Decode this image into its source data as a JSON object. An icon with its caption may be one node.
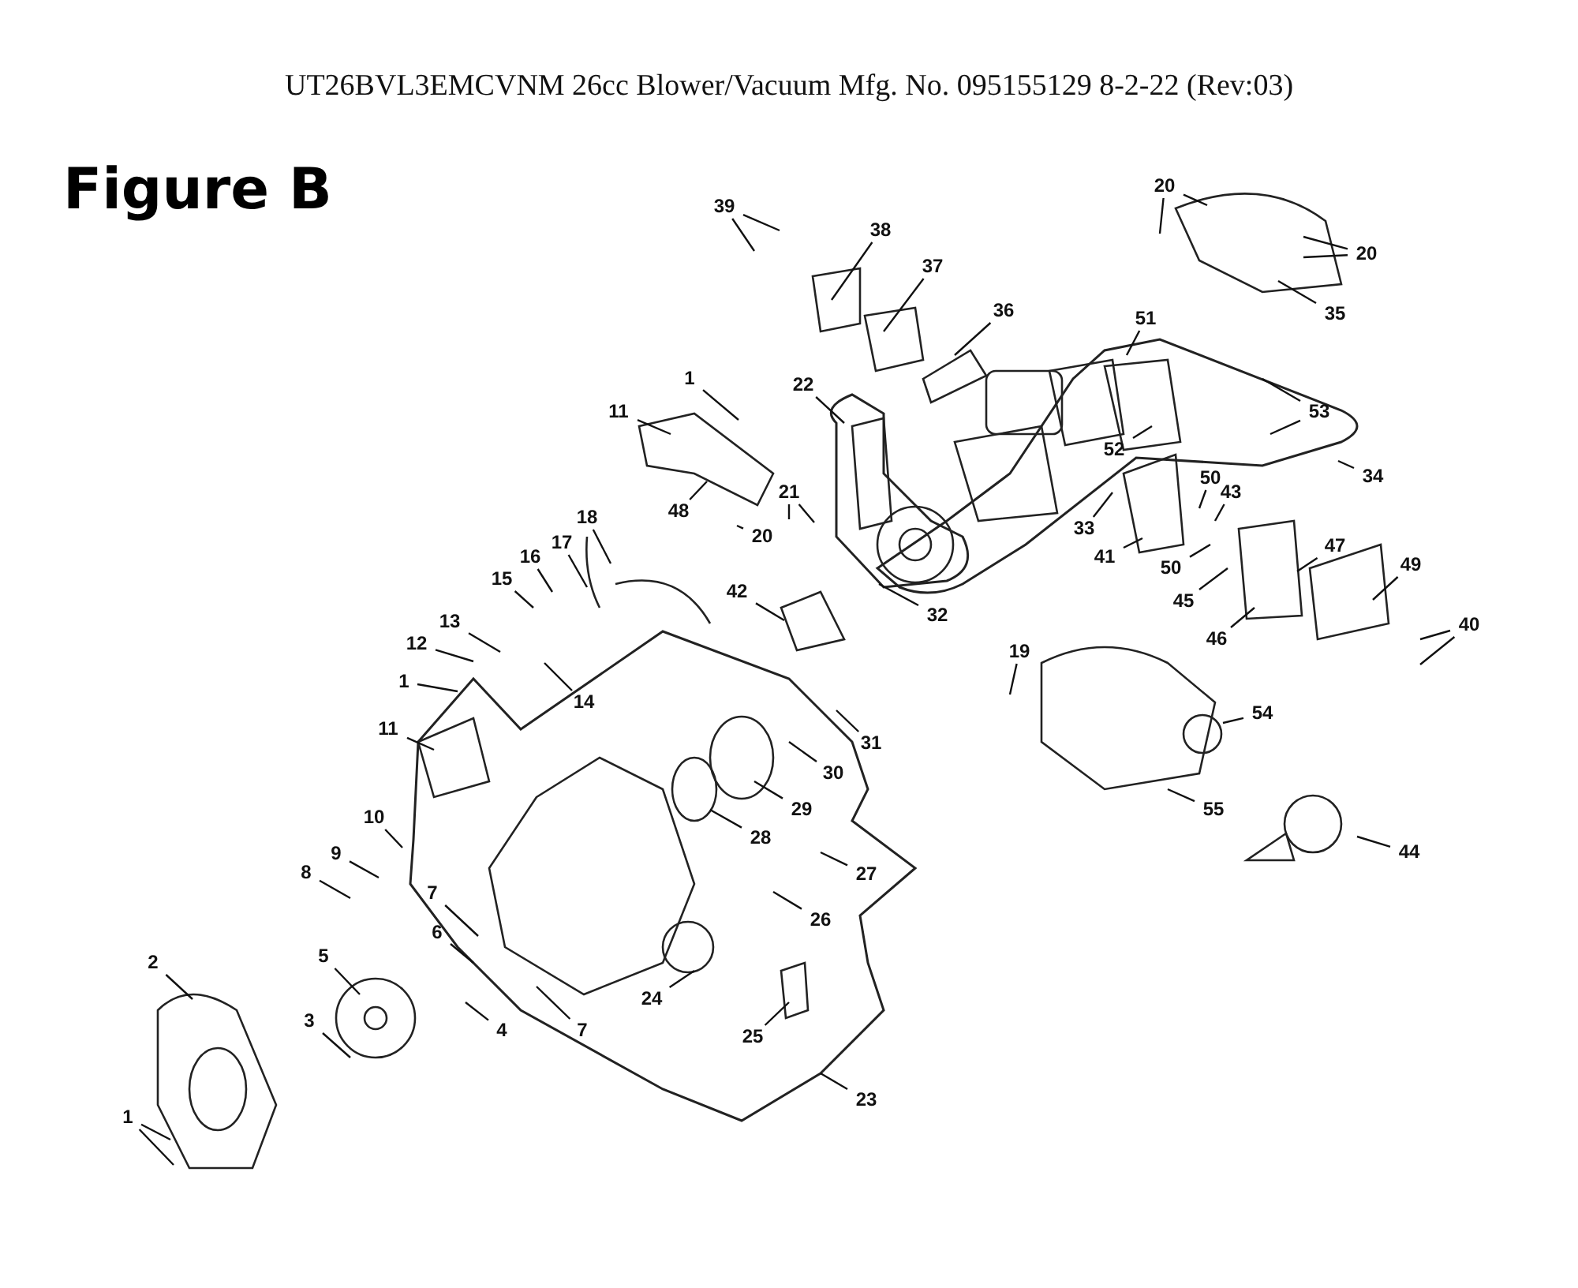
{
  "diagram": {
    "title": "UT26BVL3EMCVNM 26cc Blower/Vacuum Mfg. No. 095155129 8-2-22 (Rev:03)",
    "nodes": [
      {
        "text": [
          "39"
        ]
      },
      {
        "text": [
          "38"
        ]
      },
      {
        "text": [
          "37"
        ]
      },
      {
        "text": [
          "36"
        ]
      },
      {
        "text": [
          "20"
        ]
      },
      {
        "text": [
          "20"
        ]
      },
      {
        "text": [
          "35"
        ]
      },
      {
        "text": [
          "51"
        ]
      },
      {
        "text": [
          "1"
        ]
      },
      {
        "text": [
          "11"
        ]
      },
      {
        "text": [
          "22"
        ]
      },
      {
        "text": [
          "52"
        ]
      },
      {
        "text": [
          "53"
        ]
      },
      {
        "text": [
          "34"
        ]
      },
      {
        "text": [
          "21"
        ]
      },
      {
        "text": [
          "48"
        ]
      },
      {
        "text": [
          "20"
        ]
      },
      {
        "text": [
          "33"
        ]
      },
      {
        "text": [
          "50"
        ]
      },
      {
        "text": [
          "43"
        ]
      },
      {
        "text": [
          "41"
        ]
      },
      {
        "text": [
          "50"
        ]
      },
      {
        "text": [
          "47"
        ]
      },
      {
        "text": [
          "49"
        ]
      },
      {
        "text": [
          "40"
        ]
      },
      {
        "text": [
          "45"
        ]
      },
      {
        "text": [
          "46"
        ]
      },
      {
        "text": [
          "18"
        ]
      },
      {
        "text": [
          "17"
        ]
      },
      {
        "text": [
          "16"
        ]
      },
      {
        "text": [
          "15"
        ]
      },
      {
        "text": [
          "13"
        ]
      },
      {
        "text": [
          "12"
        ]
      },
      {
        "text": [
          "14"
        ]
      },
      {
        "text": [
          "42"
        ]
      },
      {
        "text": [
          "32"
        ]
      },
      {
        "text": [
          "19"
        ]
      },
      {
        "text": [
          "1"
        ]
      },
      {
        "text": [
          "11"
        ]
      },
      {
        "text": [
          "31"
        ]
      },
      {
        "text": [
          "30"
        ]
      },
      {
        "text": [
          "29"
        ]
      },
      {
        "text": [
          "28"
        ]
      },
      {
        "text": [
          "27"
        ]
      },
      {
        "text": [
          "26"
        ]
      },
      {
        "text": [
          "24"
        ]
      },
      {
        "text": [
          "25"
        ]
      },
      {
        "text": [
          "23"
        ]
      },
      {
        "text": [
          "10"
        ]
      },
      {
        "text": [
          "9"
        ]
      },
      {
        "text": [
          "8"
        ]
      },
      {
        "text": [
          "7"
        ]
      },
      {
        "text": [
          "6"
        ]
      },
      {
        "text": [
          "5"
        ]
      },
      {
        "text": [
          "4"
        ]
      },
      {
        "text": [
          "7"
        ]
      },
      {
        "text": [
          "2"
        ]
      },
      {
        "text": [
          "3"
        ]
      },
      {
        "text": [
          "1"
        ]
      },
      {
        "text": [
          "54"
        ]
      },
      {
        "text": [
          "55"
        ]
      },
      {
        "text": [
          "44"
        ]
      }
    ],
    "edges": [
      {
        "from": 0,
        "to": null,
        "arrow": "none"
      },
      {
        "from": 0,
        "to": null,
        "arrow": "none"
      },
      {
        "from": 1,
        "to": null,
        "arrow": "none"
      },
      {
        "from": 2,
        "to": null,
        "arrow": "none"
      },
      {
        "from": 3,
        "to": null,
        "arrow": "none"
      },
      {
        "from": 4,
        "to": null,
        "arrow": "none"
      },
      {
        "from": 4,
        "to": null,
        "arrow": "none"
      },
      {
        "from": 5,
        "to": null,
        "arrow": "none"
      },
      {
        "from": 5,
        "to": null,
        "arrow": "none"
      },
      {
        "from": 6,
        "to": null,
        "arrow": "none"
      },
      {
        "from": 7,
        "to": null,
        "arrow": "none"
      },
      {
        "from": 8,
        "to": null,
        "arrow": "none"
      },
      {
        "from": 9,
        "to": null,
        "arrow": "none"
      },
      {
        "from": 10,
        "to": null,
        "arrow": "none"
      },
      {
        "from": 11,
        "to": null,
        "arrow": "none"
      },
      {
        "from": 12,
        "to": null,
        "arrow": "none"
      },
      {
        "from": 12,
        "to": null,
        "arrow": "none"
      },
      {
        "from": 13,
        "to": null,
        "arrow": "none"
      },
      {
        "from": 14,
        "to": null,
        "arrow": "none"
      },
      {
        "from": 14,
        "to": null,
        "arrow": "none"
      },
      {
        "from": 15,
        "to": null,
        "arrow": "none"
      },
      {
        "from": 16,
        "to": null,
        "arrow": "none"
      },
      {
        "from": 17,
        "to": null,
        "arrow": "none"
      },
      {
        "from": 18,
        "to": null,
        "arrow": "none"
      },
      {
        "from": 19,
        "to": null,
        "arrow": "none"
      },
      {
        "from": 20,
        "to": null,
        "arrow": "none"
      },
      {
        "from": 21,
        "to": null,
        "arrow": "none"
      },
      {
        "from": 22,
        "to": null,
        "arrow": "none"
      },
      {
        "from": 23,
        "to": null,
        "arrow": "none"
      },
      {
        "from": 24,
        "to": null,
        "arrow": "none"
      },
      {
        "from": 24,
        "to": null,
        "arrow": "none"
      },
      {
        "from": 25,
        "to": null,
        "arrow": "none"
      },
      {
        "from": 26,
        "to": null,
        "arrow": "none"
      },
      {
        "from": 27,
        "to": null,
        "arrow": "none"
      },
      {
        "from": 28,
        "to": null,
        "arrow": "none"
      },
      {
        "from": 29,
        "to": null,
        "arrow": "none"
      },
      {
        "from": 30,
        "to": null,
        "arrow": "none"
      },
      {
        "from": 31,
        "to": null,
        "arrow": "none"
      },
      {
        "from": 32,
        "to": null,
        "arrow": "none"
      },
      {
        "from": 33,
        "to": null,
        "arrow": "none"
      },
      {
        "from": 34,
        "to": null,
        "arrow": "none"
      },
      {
        "from": 35,
        "to": null,
        "arrow": "none"
      },
      {
        "from": 36,
        "to": null,
        "arrow": "none"
      },
      {
        "from": 37,
        "to": null,
        "arrow": "none"
      },
      {
        "from": 38,
        "to": null,
        "arrow": "none"
      },
      {
        "from": 39,
        "to": null,
        "arrow": "none"
      },
      {
        "from": 40,
        "to": null,
        "arrow": "none"
      },
      {
        "from": 41,
        "to": null,
        "arrow": "none"
      },
      {
        "from": 42,
        "to": null,
        "arrow": "none"
      },
      {
        "from": 43,
        "to": null,
        "arrow": "none"
      },
      {
        "from": 44,
        "to": null,
        "arrow": "none"
      },
      {
        "from": 45,
        "to": null,
        "arrow": "none"
      },
      {
        "from": 46,
        "to": null,
        "arrow": "none"
      },
      {
        "from": 47,
        "to": null,
        "arrow": "none"
      },
      {
        "from": 48,
        "to": null,
        "arrow": "none"
      },
      {
        "from": 49,
        "to": null,
        "arrow": "none"
      },
      {
        "from": 50,
        "to": null,
        "arrow": "none"
      },
      {
        "from": 51,
        "to": null,
        "arrow": "none"
      },
      {
        "from": 52,
        "to": null,
        "arrow": "none"
      },
      {
        "from": 53,
        "to": null,
        "arrow": "none"
      },
      {
        "from": 54,
        "to": null,
        "arrow": "none"
      },
      {
        "from": 55,
        "to": null,
        "arrow": "none"
      },
      {
        "from": 56,
        "to": null,
        "arrow": "none"
      },
      {
        "from": 57,
        "to": null,
        "arrow": "none"
      },
      {
        "from": 58,
        "to": null,
        "arrow": "none"
      },
      {
        "from": 58,
        "to": null,
        "arrow": "none"
      },
      {
        "from": 59,
        "to": null,
        "arrow": "none"
      },
      {
        "from": 60,
        "to": null,
        "arrow": "none"
      },
      {
        "from": 61,
        "to": null,
        "arrow": "none"
      }
    ],
    "labels": [
      "Figure B"
    ]
  }
}
